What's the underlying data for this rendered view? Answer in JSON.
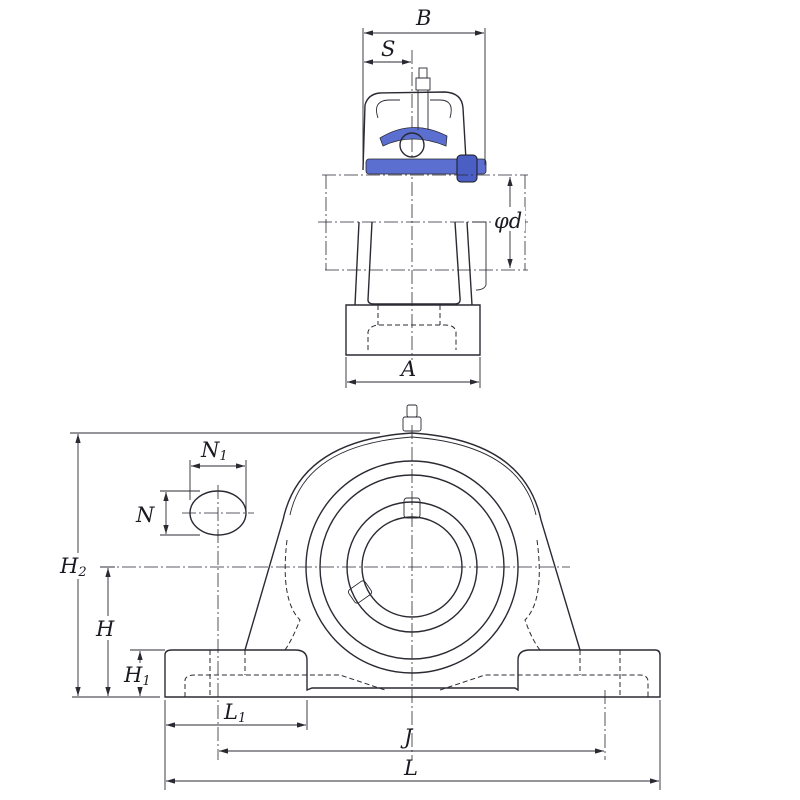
{
  "title": "Pillow block bearing dimension drawing",
  "colors": {
    "line": "#2a2a33",
    "accent": "#5b6fd0"
  },
  "labels": {
    "B": "B",
    "S": "S",
    "phi_d": "φd",
    "A": "A",
    "N1": "N",
    "N1_sub": "1",
    "N": "N",
    "H2": "H",
    "H2_sub": "2",
    "H": "H",
    "H1": "H",
    "H1_sub": "1",
    "L1": "L",
    "L1_sub": "1",
    "J": "J",
    "L": "L"
  }
}
